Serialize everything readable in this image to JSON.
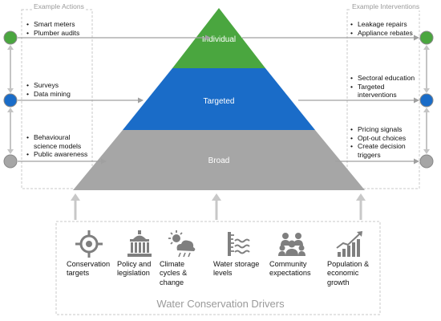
{
  "panels": {
    "left_title": "Example Actions",
    "right_title": "Example Interventions"
  },
  "tiers": [
    {
      "label": "Individual",
      "color": "#4aa63f"
    },
    {
      "label": "Targeted",
      "color": "#1a6cc8"
    },
    {
      "label": "Broad",
      "color": "#a6a6a6"
    }
  ],
  "actions": {
    "individual": [
      "Smart meters",
      "Plumber audits"
    ],
    "targeted": [
      "Surveys",
      "Data mining"
    ],
    "broad": [
      "Behavioural science models",
      "Public awareness"
    ]
  },
  "interventions": {
    "individual": [
      "Leakage repairs",
      "Appliance rebates"
    ],
    "targeted": [
      "Sectoral education",
      "Targeted interventions"
    ],
    "broad": [
      "Pricing signals",
      "Opt-out choices",
      "Create decision triggers"
    ]
  },
  "drivers": {
    "title": "Water Conservation Drivers",
    "items": [
      {
        "label": "Conservation targets",
        "icon": "target-icon"
      },
      {
        "label": "Policy and legislation",
        "icon": "government-building-icon"
      },
      {
        "label": "Climate cycles & change",
        "icon": "weather-icon"
      },
      {
        "label": "Water storage levels",
        "icon": "water-level-icon"
      },
      {
        "label": "Community expectations",
        "icon": "people-group-icon"
      },
      {
        "label": "Population & economic growth",
        "icon": "growth-chart-icon"
      }
    ]
  },
  "colors": {
    "dash": "#c8c8c8",
    "arrow": "#a0a0a0",
    "icon": "#7f7f7f"
  }
}
